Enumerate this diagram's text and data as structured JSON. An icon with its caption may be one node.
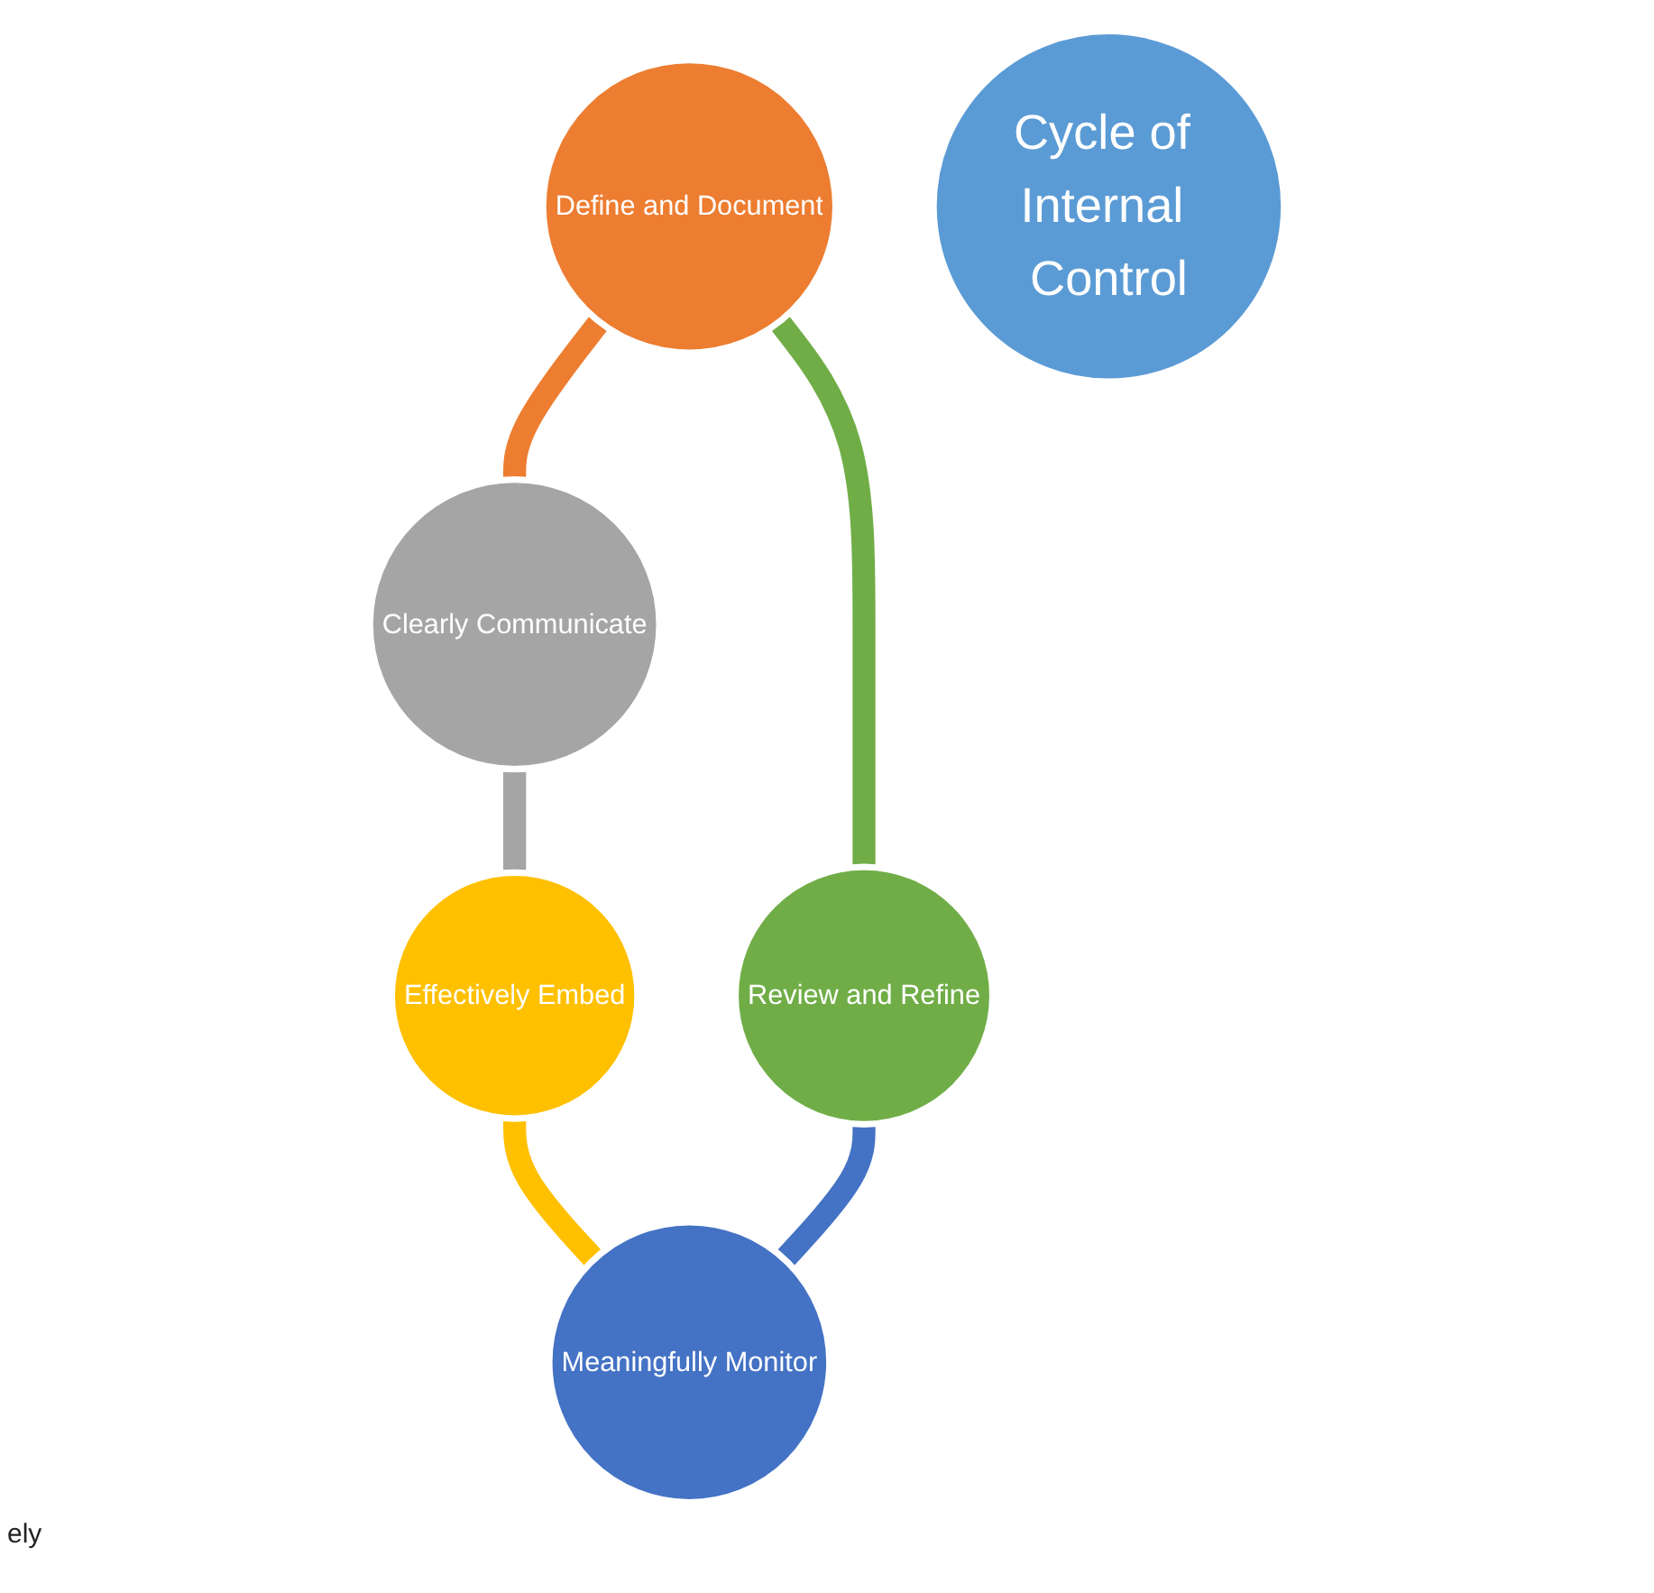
{
  "diagram": {
    "nodes": [
      {
        "text": [
          "Define and Document"
        ]
      },
      {
        "text": [
          "Review and Refine"
        ]
      },
      {
        "text": [
          "Cycle of Internal Control"
        ]
      },
      {
        "text": [
          "Clearly Communicate"
        ]
      },
      {
        "text": [
          "Meaningfully Monitor"
        ]
      },
      {
        "text": [
          "Effectively Embed"
        ]
      }
    ],
    "edges": [
      {
        "from": 0,
        "to": 3,
        "arrow": "none",
        "color": "#ed7d31"
      },
      {
        "from": 3,
        "to": 5,
        "arrow": "none",
        "color": "#a5a5a5"
      },
      {
        "from": 5,
        "to": 4,
        "arrow": "none",
        "color": "#ffc000"
      },
      {
        "from": 4,
        "to": 1,
        "arrow": "none",
        "color": "#4472c4"
      },
      {
        "from": 1,
        "to": 0,
        "arrow": "none",
        "color": "#70ad47"
      }
    ],
    "labels": [
      "ely"
    ]
  }
}
